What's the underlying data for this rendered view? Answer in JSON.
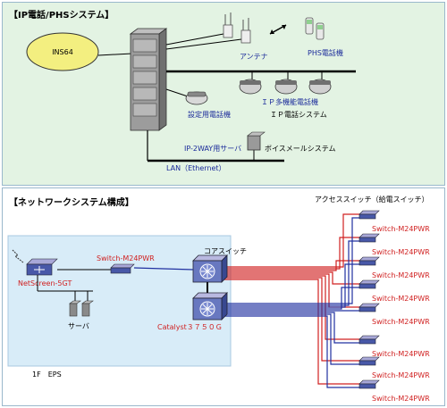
{
  "top": {
    "title": "【IP電話/PHSシステム】",
    "ins_label": "INS64",
    "antenna_label": "アンテナ",
    "phs_label": "PHS電話機",
    "setting_phone_label": "設定用電話機",
    "ip_phone_label": "ＩＰ多機能電話機",
    "ip_system_label": "ＩＰ電話システム",
    "ip2way_label": "IP-2WAY用サーバ",
    "voicemail_label": "ボイスメールシステム",
    "lan_label": "LAN（Ethernet）"
  },
  "bottom": {
    "title": "【ネットワークシステム構成】",
    "access_switch_label": "アクセススイッチ（給電スイッチ）",
    "netscreen_label": "NetScreen-5GT",
    "switch_label": "Switch-M24PWR",
    "core_label": "コアスイッチ",
    "catalyst_label": "Catalyst３７５０Ｇ",
    "server_label": "サーバ",
    "floor_label": "1F　EPS",
    "access_switches": [
      "Switch-M24PWR",
      "Switch-M24PWR",
      "Switch-M24PWR",
      "Switch-M24PWR",
      "Switch-M24PWR",
      "Switch-M24PWR",
      "Switch-M24PWR",
      "Switch-M24PWR"
    ]
  },
  "colors": {
    "top_bg": "#e3f3e3",
    "bottom_bg": "#d8ecf8",
    "ins_fill": "#f3ef80",
    "link_red": "#d02020",
    "link_blue": "#2030a0",
    "label_blue": "#1a2a9a"
  }
}
